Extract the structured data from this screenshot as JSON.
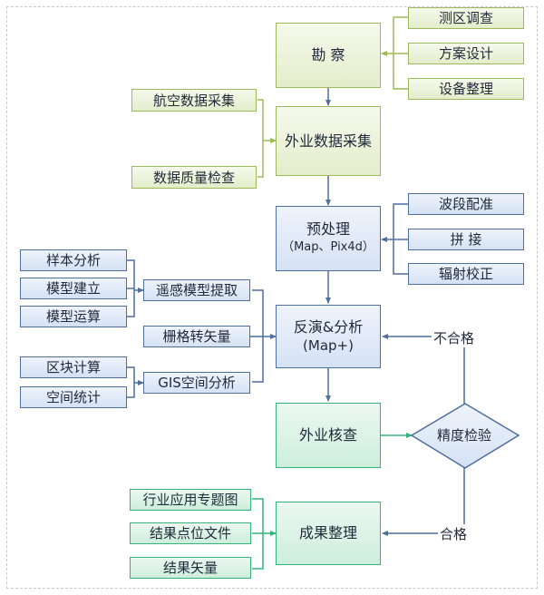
{
  "nodes": {
    "kancha": "勘 察",
    "cequ": "测区调查",
    "fangan": "方案设计",
    "shebei": "设备整理",
    "waiye_caiji": "外业数据采集",
    "hangkong": "航空数据采集",
    "zhiliang": "数据质量检查",
    "yuchuli_line1": "预处理",
    "yuchuli_line2": "（Map、Pix4d）",
    "boduan": "波段配准",
    "pinjie": "拼 接",
    "fushe": "辐射校正",
    "yangben": "样本分析",
    "moxing_jianli": "模型建立",
    "moxing_yunsuan": "模型运算",
    "yaogan": "遥感模型提取",
    "shange": "栅格转矢量",
    "qukuai": "区块计算",
    "kongjian_tongji": "空间统计",
    "gis": "GIS空间分析",
    "fanyan_line1": "反演&分析",
    "fanyan_line2": "(Map+)",
    "waiye_hecha": "外业核查",
    "jingdu": "精度检验",
    "hangye": "行业应用专题图",
    "jieguo_dianwei": "结果点位文件",
    "jieguo_shiliang": "结果矢量",
    "chengguo": "成果整理"
  },
  "labels": {
    "unqualified": "不合格",
    "qualified": "合格"
  },
  "colors": {
    "olive": "#9bbb59",
    "blue": "#4f6f9f",
    "teal": "#35b37a"
  }
}
